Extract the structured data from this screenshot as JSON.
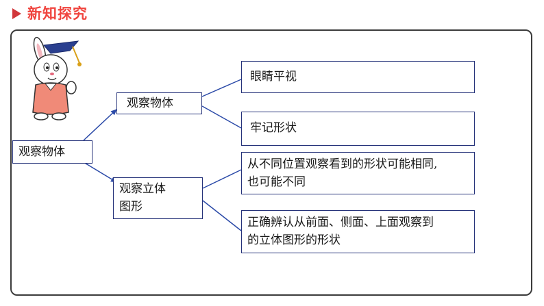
{
  "header": {
    "title": "新知探究"
  },
  "mindmap": {
    "root": {
      "label": "观察物体"
    },
    "branch1": {
      "label": "观察物体"
    },
    "branch2": {
      "label_line1": "观察立体",
      "label_line2": "图形"
    },
    "leaf1": {
      "label": "眼睛平视"
    },
    "leaf2": {
      "label": "牢记形状"
    },
    "leaf3": {
      "line1": "从不同位置观察看到的形状可能相同,",
      "line2": "也可能不同"
    },
    "leaf4": {
      "line1": "正确辨认从前面、侧面、上面观察到",
      "line2": "的立体图形的形状"
    }
  },
  "colors": {
    "accent": "#f0443e",
    "arrow": "#d1373b",
    "box_border": "#26337a",
    "connector": "#2b4aa8"
  },
  "icons": {
    "mascot": "rabbit-graduate-mascot"
  }
}
